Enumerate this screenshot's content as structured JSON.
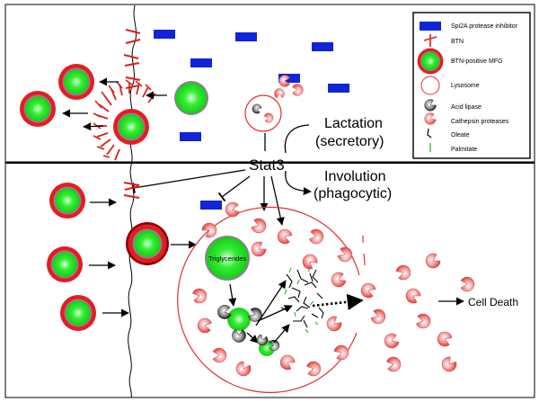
{
  "diagram": {
    "center_node": "Stat3",
    "lactation_label_line1": "Lactation",
    "lactation_label_line2": "(secretory)",
    "involution_label_line1": "Involution",
    "involution_label_line2": "(phagocytic)",
    "triglycerides_label": "Triglycerides",
    "cell_death_label": "Cell Death"
  },
  "legend": {
    "items": [
      {
        "symbol": "blue-bar",
        "label": "Spi2A protease inhibitor"
      },
      {
        "symbol": "btn-marker",
        "label": "BTN"
      },
      {
        "symbol": "mfg-droplet",
        "label": "BTN-positive MFG"
      },
      {
        "symbol": "lysosome-ring",
        "label": "Lysosome"
      },
      {
        "symbol": "black-pacman",
        "label": "Acid lipase"
      },
      {
        "symbol": "red-pacman",
        "label": "Cathepsin proteases"
      },
      {
        "symbol": "oleate-kinked",
        "label": "Oleate"
      },
      {
        "symbol": "palmitate-straight",
        "label": "Palmitate"
      }
    ]
  },
  "colors": {
    "spi2a": "#1024d8",
    "btn": "#d92020",
    "droplet_core": "#22dd22",
    "membrane": "#b06ab0",
    "lysosome": "#e03030",
    "palmitate": "#22bb22"
  }
}
